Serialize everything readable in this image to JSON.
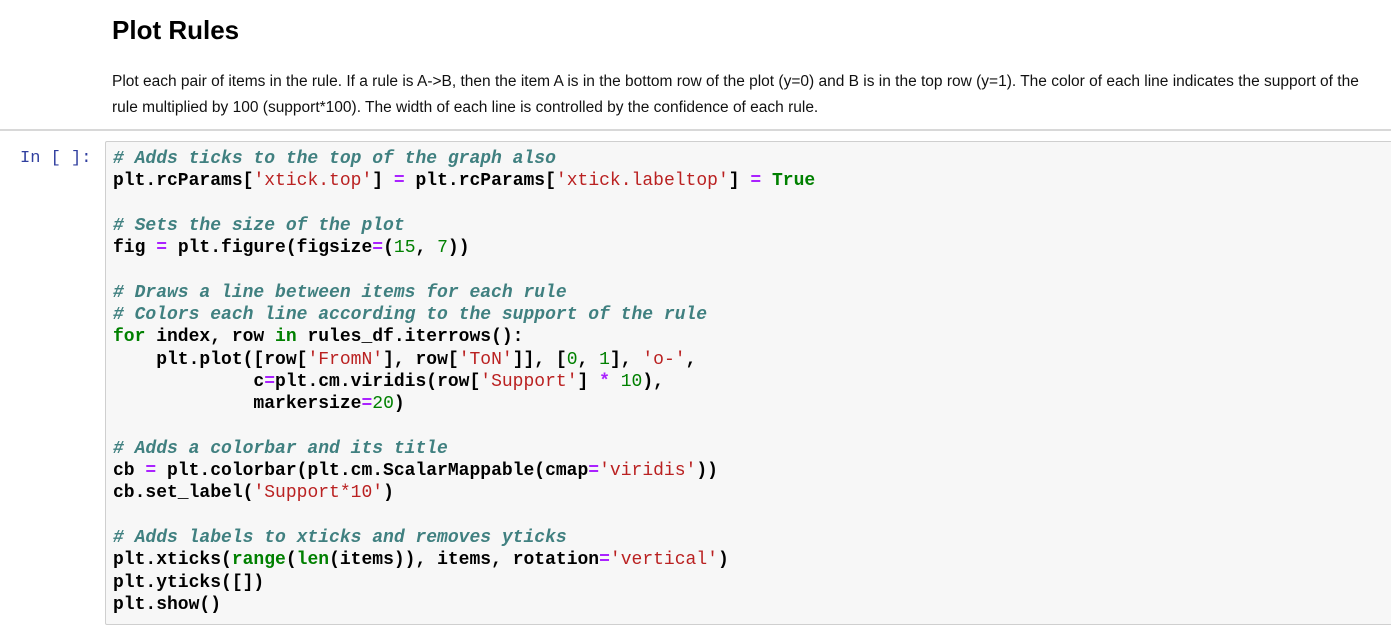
{
  "markdown": {
    "heading": "Plot Rules",
    "paragraph": "Plot each pair of items in the rule. If a rule is A->B, then the item A is in the bottom row of the plot (y=0) and B is in the top row (y=1). The color of each line indicates the support of the rule multiplied by 100 (support*100). The width of each line is controlled by the confidence of each rule."
  },
  "cell": {
    "prompt": "In [ ]:",
    "lines": [
      [
        [
          "c",
          "# Adds ticks to the top of the graph also"
        ]
      ],
      [
        [
          "t",
          "plt.rcParams["
        ],
        [
          "s",
          "'xtick.top'"
        ],
        [
          "t",
          "] "
        ],
        [
          "o",
          "="
        ],
        [
          "t",
          " plt.rcParams["
        ],
        [
          "s",
          "'xtick.labeltop'"
        ],
        [
          "t",
          "] "
        ],
        [
          "o",
          "="
        ],
        [
          "t",
          " "
        ],
        [
          "k",
          "True"
        ]
      ],
      [],
      [
        [
          "c",
          "# Sets the size of the plot"
        ]
      ],
      [
        [
          "t",
          "fig "
        ],
        [
          "o",
          "="
        ],
        [
          "t",
          " plt.figure(figsize"
        ],
        [
          "o",
          "="
        ],
        [
          "t",
          "("
        ],
        [
          "n",
          "15"
        ],
        [
          "t",
          ", "
        ],
        [
          "n",
          "7"
        ],
        [
          "t",
          "))"
        ]
      ],
      [],
      [
        [
          "c",
          "# Draws a line between items for each rule"
        ]
      ],
      [
        [
          "c",
          "# Colors each line according to the support of the rule"
        ]
      ],
      [
        [
          "k",
          "for"
        ],
        [
          "t",
          " index, row "
        ],
        [
          "k",
          "in"
        ],
        [
          "t",
          " rules_df.iterrows():"
        ]
      ],
      [
        [
          "t",
          "    plt.plot([row["
        ],
        [
          "s",
          "'FromN'"
        ],
        [
          "t",
          "], row["
        ],
        [
          "s",
          "'ToN'"
        ],
        [
          "t",
          "]], ["
        ],
        [
          "n",
          "0"
        ],
        [
          "t",
          ", "
        ],
        [
          "n",
          "1"
        ],
        [
          "t",
          "], "
        ],
        [
          "s",
          "'o-'"
        ],
        [
          "t",
          ","
        ]
      ],
      [
        [
          "t",
          "             c"
        ],
        [
          "o",
          "="
        ],
        [
          "t",
          "plt.cm.viridis(row["
        ],
        [
          "s",
          "'Support'"
        ],
        [
          "t",
          "] "
        ],
        [
          "o",
          "*"
        ],
        [
          "t",
          " "
        ],
        [
          "n",
          "10"
        ],
        [
          "t",
          "),"
        ]
      ],
      [
        [
          "t",
          "             markersize"
        ],
        [
          "o",
          "="
        ],
        [
          "n",
          "20"
        ],
        [
          "t",
          ")"
        ]
      ],
      [],
      [
        [
          "c",
          "# Adds a colorbar and its title"
        ]
      ],
      [
        [
          "t",
          "cb "
        ],
        [
          "o",
          "="
        ],
        [
          "t",
          " plt.colorbar(plt.cm.ScalarMappable(cmap"
        ],
        [
          "o",
          "="
        ],
        [
          "s",
          "'viridis'"
        ],
        [
          "t",
          "))"
        ]
      ],
      [
        [
          "t",
          "cb.set_label("
        ],
        [
          "s",
          "'Support*10'"
        ],
        [
          "t",
          ")"
        ]
      ],
      [],
      [
        [
          "c",
          "# Adds labels to xticks and removes yticks"
        ]
      ],
      [
        [
          "t",
          "plt.xticks("
        ],
        [
          "b",
          "range"
        ],
        [
          "t",
          "("
        ],
        [
          "b",
          "len"
        ],
        [
          "t",
          "(items)), items, rotation"
        ],
        [
          "o",
          "="
        ],
        [
          "s",
          "'vertical'"
        ],
        [
          "t",
          ")"
        ]
      ],
      [
        [
          "t",
          "plt.yticks([])"
        ]
      ],
      [
        [
          "t",
          "plt.show()"
        ]
      ]
    ]
  }
}
